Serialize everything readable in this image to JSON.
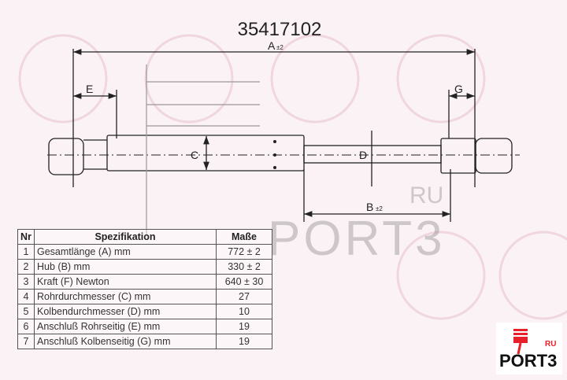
{
  "title": "35417102",
  "dimension_labels": {
    "A": "A",
    "A_tol": "±2",
    "B": "B",
    "B_tol": "±2",
    "C": "C",
    "D": "D",
    "E": "E",
    "G": "G"
  },
  "table": {
    "headers": [
      "Nr",
      "Spezifikation",
      "Maße"
    ],
    "rows": [
      {
        "nr": "1",
        "spec": "Gesamtlänge (A) mm",
        "value": "772 ± 2"
      },
      {
        "nr": "2",
        "spec": "Hub (B)  mm",
        "value": "330 ± 2"
      },
      {
        "nr": "3",
        "spec": "Kraft (F) Newton",
        "value": "640 ± 30"
      },
      {
        "nr": "4",
        "spec": "Rohrdurchmesser (C) mm",
        "value": "27"
      },
      {
        "nr": "5",
        "spec": "Kolbendurchmesser (D) mm",
        "value": "10"
      },
      {
        "nr": "6",
        "spec": "Anschluß Rohrseitig (E) mm",
        "value": "19"
      },
      {
        "nr": "7",
        "spec": "Anschluß Kolbenseitig (G) mm",
        "value": "19"
      }
    ]
  },
  "watermark": {
    "text": "PORT3",
    "suffix": "RU"
  },
  "logo": {
    "text": "PORT3",
    "suffix": "RU",
    "color": "#e8202a"
  }
}
